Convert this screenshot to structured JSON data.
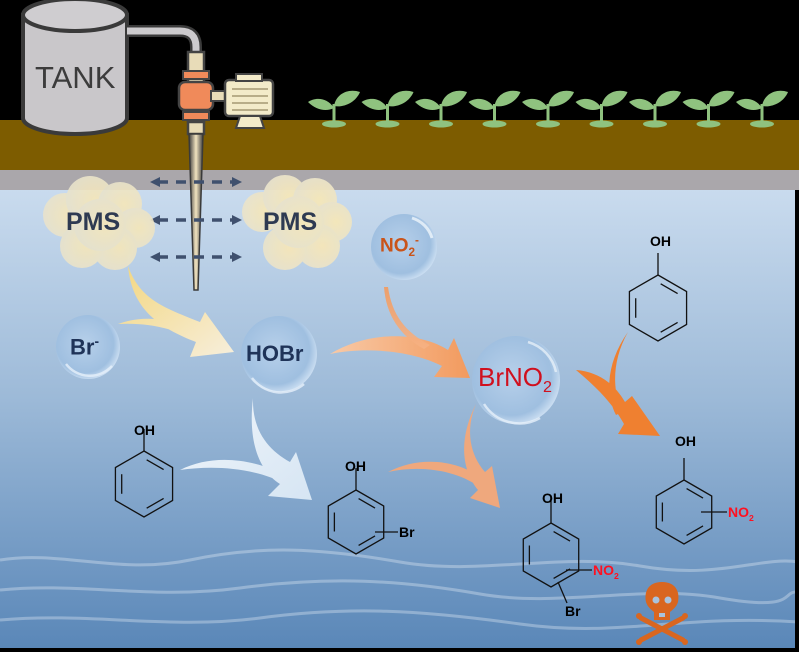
{
  "title": "Schematic of PMS injection in subsurface water: bromide/nitrite reactions with phenol forming toxic byproducts",
  "surface": {
    "tank_label": "TANK",
    "seedling_count": 9,
    "icons": [
      "tank-icon",
      "pipe-icon",
      "pump-icon",
      "motor-icon",
      "injection-well-icon",
      "seedling-icon"
    ]
  },
  "oxidant": {
    "left_label": "PMS",
    "right_label": "PMS",
    "diffusion_arrows": 3
  },
  "species": {
    "bromide": {
      "base": "Br",
      "sup": "-"
    },
    "hypobromous": "HOBr",
    "nitrite": {
      "base": "NO",
      "sub": "2",
      "sup": "-"
    },
    "nitryl_bromide": {
      "base": "BrNO",
      "sub": "2"
    }
  },
  "molecules": {
    "phenol_left": {
      "oh": "OH"
    },
    "phenol_right": {
      "oh": "OH"
    },
    "bromophenol": {
      "oh": "OH",
      "sub1": "Br"
    },
    "bromonitrophenol": {
      "oh": "OH",
      "nitro": {
        "base": "NO",
        "sub": "2"
      },
      "bromo": "Br"
    },
    "nitrophenol": {
      "oh": "OH",
      "nitro": {
        "base": "NO",
        "sub": "2"
      }
    }
  },
  "reactions": [
    {
      "from": "PMS + Br-",
      "to": "HOBr",
      "arrow_color": "#f7e3a6"
    },
    {
      "from": "HOBr + NO2-",
      "to": "BrNO2",
      "arrow_color": "#f4a878"
    },
    {
      "from": "HOBr + phenol",
      "to": "bromophenol",
      "arrow_color": "#e4eef8"
    },
    {
      "from": "BrNO2 + bromophenol",
      "to": "bromonitrophenol",
      "arrow_color": "#f4a878"
    },
    {
      "from": "BrNO2 + phenol",
      "to": "nitrophenol",
      "arrow_color": "#ef8030"
    }
  ],
  "hazard": {
    "icon": "skull-crossbones-icon",
    "color": "#d9661f"
  },
  "colors": {
    "sky": "#000000",
    "soil": "#7d5c00",
    "bedrock": "#a9a6aa",
    "water_top": "#c6d8eb",
    "water_bottom": "#5b89b9",
    "seedling": "#8fc27f",
    "pump_body": "#f08a5a",
    "pipe": "#e8dcb8",
    "label_navy": "#1f3358",
    "nitro_red": "#ff1020",
    "brno2_red": "#d0101e",
    "nitrite_orange": "#c9541a"
  }
}
